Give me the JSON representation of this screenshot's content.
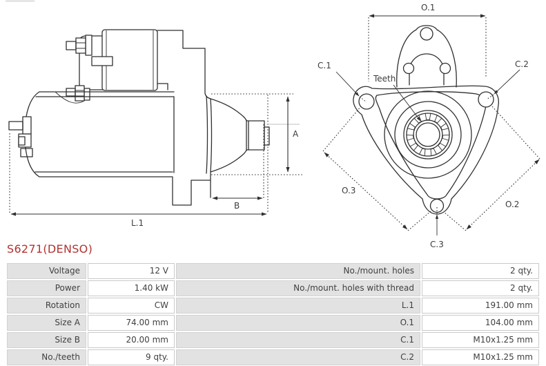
{
  "title": "S6271(DENSO)",
  "colors": {
    "accent_red": "#b03330",
    "line": "#2f2f2f",
    "table_label_bg": "#e2e2e2"
  },
  "diagrams": {
    "side_view": {
      "labels": {
        "A": "A",
        "B": "B",
        "L1": "L.1"
      }
    },
    "front_view": {
      "labels": {
        "O1": "O.1",
        "O2": "O.2",
        "O3": "O.3",
        "C1": "C.1",
        "C2": "C.2",
        "C3": "C.3",
        "teeth": "Teeth"
      }
    }
  },
  "table": {
    "rows": [
      {
        "label_left": "Voltage",
        "value_left": "12 V",
        "label_right": "No./mount. holes",
        "value_right": "2 qty."
      },
      {
        "label_left": "Power",
        "value_left": "1.40 kW",
        "label_right": "No./mount. holes with thread",
        "value_right": "2 qty."
      },
      {
        "label_left": "Rotation",
        "value_left": "CW",
        "label_right": "L.1",
        "value_right": "191.00 mm"
      },
      {
        "label_left": "Size A",
        "value_left": "74.00 mm",
        "label_right": "O.1",
        "value_right": "104.00 mm"
      },
      {
        "label_left": "Size B",
        "value_left": "20.00 mm",
        "label_right": "C.1",
        "value_right": "M10x1.25 mm"
      },
      {
        "label_left": "No./teeth",
        "value_left": "9 qty.",
        "label_right": "C.2",
        "value_right": "M10x1.25 mm"
      }
    ]
  }
}
